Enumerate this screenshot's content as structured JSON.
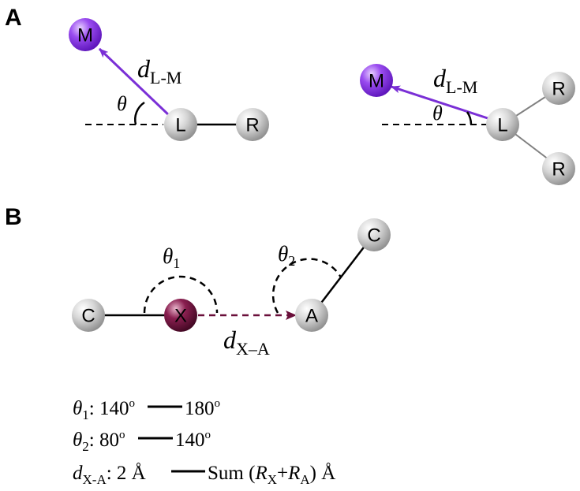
{
  "panel_a": {
    "label": "A",
    "left": {
      "metal": "M",
      "ligand_atom": "L",
      "substituent": "R",
      "distance_symbol": "d",
      "distance_sub": "L-M",
      "angle_symbol": "θ"
    },
    "right": {
      "metal": "M",
      "ligand_atom": "L",
      "substituent_top": "R",
      "substituent_bottom": "R",
      "distance_symbol": "d",
      "distance_sub": "L-M",
      "angle_symbol": "θ"
    }
  },
  "panel_b": {
    "label": "B",
    "carbon_left": "C",
    "x_atom": "X",
    "acceptor": "A",
    "carbon_right": "C",
    "theta1_symbol": "θ",
    "theta1_sub": "1",
    "theta2_symbol": "θ",
    "theta2_sub": "2",
    "distance_symbol": "d",
    "distance_sub": "X–A",
    "conditions": {
      "theta1": {
        "symbol": "θ",
        "sub": "1",
        "from": "140",
        "to": "180",
        "unit_sup": "o"
      },
      "theta2": {
        "symbol": "θ",
        "sub": "2",
        "from": "80",
        "to": "140",
        "unit_sup": "o"
      },
      "distance": {
        "symbol": "d",
        "sub": "X-A",
        "from": "2 Å",
        "sum_text": "Sum (",
        "r1": "R",
        "r1_sub": "X",
        "plus": "+",
        "r2": "R",
        "r2_sub": "A",
        "close": ") Å"
      }
    }
  },
  "colors": {
    "purple_bond": "#7a2fd6",
    "metal_fill": "#7b2be0",
    "x_atom_fill": "#6a0f3a",
    "dashed_arrow": "#6a0f3a",
    "gray_atom": "#c8c8c8"
  }
}
